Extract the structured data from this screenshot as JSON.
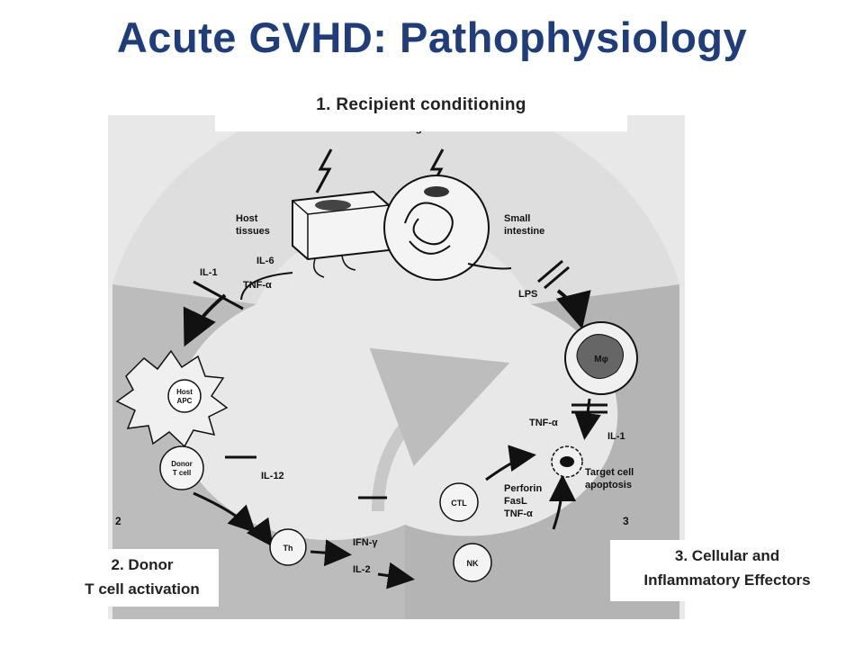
{
  "slide": {
    "title": "Acute GVHD:  Pathophysiology"
  },
  "captions": {
    "step1": "1. Recipient conditioning",
    "step2_line1": "2. Donor",
    "step2_line2": "T cell activation",
    "step3_line1": "3. Cellular and",
    "step3_line2": "Inflammatory Effectors"
  },
  "figure": {
    "top_partial": "Host damage",
    "host_tissues_1": "Host",
    "host_tissues_2": "tissues",
    "small_intestine_1": "Small",
    "small_intestine_2": "intestine",
    "il6": "IL-6",
    "il1_left": "IL-1",
    "tnf_left": "TNF-α",
    "lps": "LPS",
    "mphi": "Mφ",
    "host_apc_1": "Host",
    "host_apc_2": "APC",
    "donor_tcell_1": "Donor",
    "donor_tcell_2": "T cell",
    "il12": "IL-12",
    "th": "Th",
    "ifn": "IFN-γ",
    "il2": "IL-2",
    "ctl": "CTL",
    "nk": "NK",
    "perforin": "Perforin",
    "fasl": "FasL",
    "tnf_mid": "TNF-α",
    "tnf_right": "TNF-α",
    "il1_right": "IL-1",
    "target_1": "Target cell",
    "target_2": "apoptosis",
    "sector_2": "2",
    "sector_3": "3"
  }
}
